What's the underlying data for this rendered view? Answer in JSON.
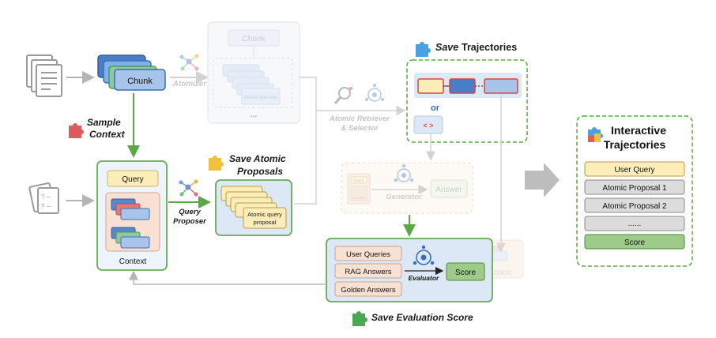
{
  "chunk": {
    "label": "Chunk"
  },
  "atomizer": {
    "label": "Atomizer",
    "chunk_label": "Chunk",
    "atomic_question": "Atomic question",
    "dots": "•••"
  },
  "sample_context": {
    "line1": "Sample",
    "line2": "Context"
  },
  "context_box": {
    "query_label": "Query",
    "context_label": "Context"
  },
  "query_proposer": {
    "line1": "Query",
    "line2": "Proposer"
  },
  "save_atomic": {
    "line1": "Save Atomic",
    "line2": "Proposals"
  },
  "atomic_proposal": {
    "line1": "Atomic query",
    "line2": "proposal"
  },
  "retriever": {
    "line1": "Atomic Retriever",
    "line2": "& Selector"
  },
  "save_trajectories": {
    "save": "Save",
    "rest": "Trajectories",
    "or": "or",
    "code": "< >"
  },
  "generator": {
    "label": "Generator",
    "answer": "Answer",
    "query_mini": "Query",
    "context_mini": "Context"
  },
  "evaluation": {
    "user_queries": "User Queries",
    "rag_answers": "RAG Answers",
    "golden_answers": "Golden Answers",
    "evaluator": "Evaluator",
    "score": "Score",
    "ghost_context": "ntext"
  },
  "save_eval": {
    "label": "Save Evaluation Score"
  },
  "interactive": {
    "line1": "Interactive",
    "line2": "Trajectories",
    "items": [
      "User Query",
      "Atomic Proposal 1",
      "Atomic Proposal 2",
      "......",
      "Score"
    ]
  },
  "colors": {
    "green_border": "#6aaa55",
    "green_dash": "#5aa845",
    "blue_chunk": "#a9c4ea",
    "blue_box_bg": "#dce8f6",
    "yellow": "#fdedb8",
    "red_border": "#d9473b",
    "peach": "#f8e1d2",
    "score_green": "#9fcb8a",
    "grey_item": "#dcdcdc",
    "arrow_grey": "#b5b5b5"
  }
}
